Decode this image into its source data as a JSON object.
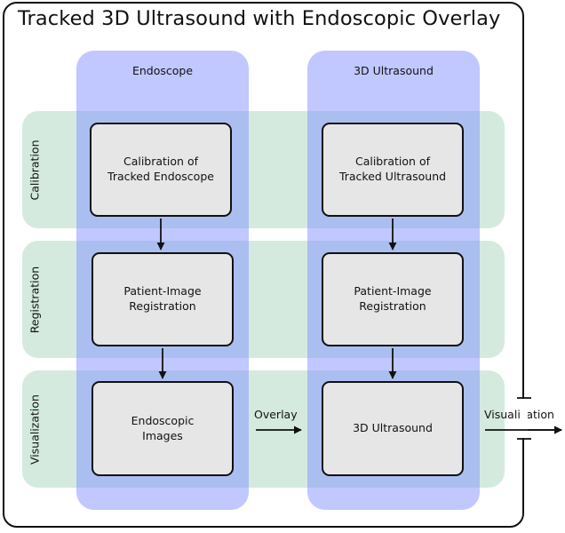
{
  "title": "Tracked 3D Ultrasound with Endoscopic Overlay",
  "columns": [
    {
      "label": "Endoscope"
    },
    {
      "label": "3D Ultrasound"
    }
  ],
  "rows": [
    {
      "label": "Calibration"
    },
    {
      "label": "Registration"
    },
    {
      "label": "Visualization"
    }
  ],
  "boxes": {
    "endo_calibration": "Calibration of\nTracked Endoscope",
    "us_calibration": "Calibration of\nTracked Ultrasound",
    "endo_registration": "Patient-Image\nRegistration",
    "us_registration": "Patient-Image\nRegistration",
    "endo_visualization": "Endoscopic\nImages",
    "us_visualization": "3D Ultrasound"
  },
  "edges": {
    "overlay_label": "Overlay",
    "output_label": "Visualization"
  }
}
